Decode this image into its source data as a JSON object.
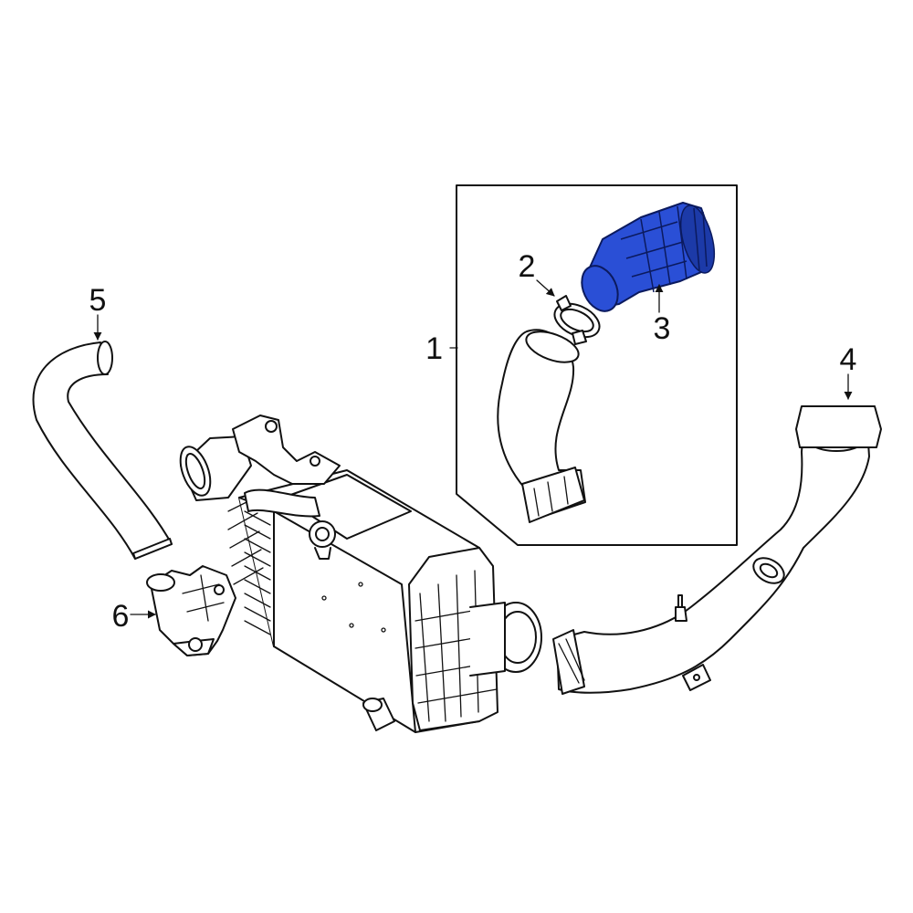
{
  "diagram": {
    "highlight_color": "#2a4fd6",
    "line_color": "#111111",
    "callouts": [
      {
        "id": "1",
        "label": "1"
      },
      {
        "id": "2",
        "label": "2"
      },
      {
        "id": "3",
        "label": "3"
      },
      {
        "id": "4",
        "label": "4"
      },
      {
        "id": "5",
        "label": "5"
      },
      {
        "id": "6",
        "label": "6"
      }
    ]
  }
}
